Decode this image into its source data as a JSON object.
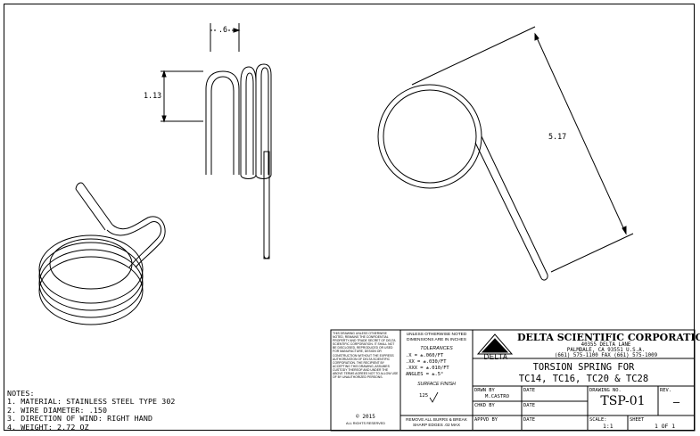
{
  "dimensions": {
    "gap": ".6",
    "height": "1.13",
    "leg_length": "5.17"
  },
  "notes": {
    "heading": "NOTES:",
    "items": [
      "1. MATERIAL: STAINLESS STEEL TYPE 302",
      "2. WIRE DIAMETER: .150",
      "3. DIRECTION OF WIND: RIGHT HAND",
      "4. WEIGHT: 2.72 OZ"
    ]
  },
  "title_block": {
    "proprietary": "THIS DRAWING UNLESS OTHERWISE NOTED, REMAINS THE CONFIDENTIAL PROPERTY AND TRADE SECRET OF DELTA SCIENTIFIC CORPORATION. IT SHALL NOT BE DISCLOSED, REPRODUCED OR USED FOR MANUFACTURE, DESIGN OR CONSTRUCTION WITHOUT THE EXPRESS AUTHORIZATION OF DELTA SCIENTIFIC CORPORATION. THE RECIPIENT BY ACCEPTING THIS DRAWING, ASSUMES CUSTODY THEREOF AND UNDER THE ABOVE TERMS AGREES NOT TO ALLOW USE OF BY UNAUTHORIZED PERSONS.",
    "copyright": "© 2015",
    "rights": "ALL RIGHTS RESERVED",
    "unless_noted": "UNLESS OTHERWISE NOTED DIMENSIONS ARE IN INCHES",
    "tolerances_heading": "TOLERANCES",
    "tol_1": ".X = ±.060/FT",
    "tol_2": ".XX = ±.030/FT",
    "tol_3": ".XXX = ±.010/FT",
    "tol_4": "ANGLES = ±.5°",
    "surface_finish": "SURFACE FINISH",
    "surface_value": "125",
    "burrs_1": "REMOVE ALL BURRS & BREAK",
    "burrs_2": "SHARP EDGES .02 MAX",
    "logo_text": "DELTA",
    "company": "DELTA SCIENTIFIC CORPORATION",
    "address_1": "40355 DELTA LANE",
    "address_2": "PALMDALE, CA 93551 U.S.A.",
    "address_3": "(661) 575-1100 FAX (661) 575-1009",
    "title_1": "TORSION SPRING FOR",
    "title_2": "TC14, TC16, TC20 & TC28",
    "drwn_by_label": "DRWN BY",
    "drwn_by": "M.CASTRO",
    "chkd_by_label": "CHKD BY",
    "appvd_by_label": "APPVD BY",
    "date_label": "DATE",
    "drawing_no_label": "DRAWING NO.",
    "drawing_no": "TSP-01",
    "rev_label": "REV.",
    "rev": "–",
    "scale_label": "SCALE:",
    "scale": "1:1",
    "sheet_label": "SHEET",
    "sheet": "1 OF 1"
  }
}
